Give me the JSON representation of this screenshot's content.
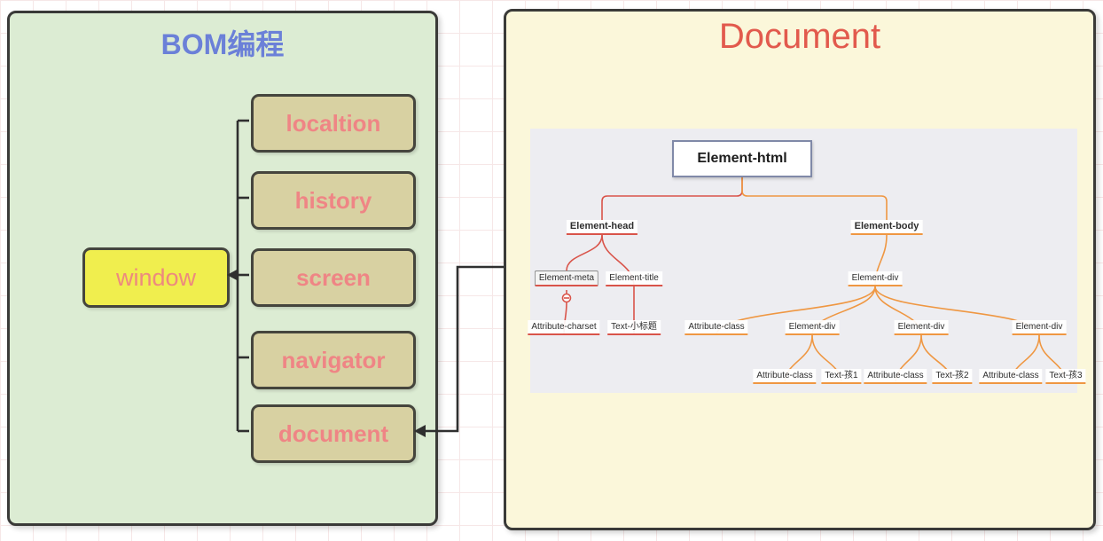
{
  "bom_panel": {
    "title": "BOM编程",
    "window_label": "window",
    "items": [
      {
        "label": "localtion"
      },
      {
        "label": "history"
      },
      {
        "label": "screen"
      },
      {
        "label": "navigator"
      },
      {
        "label": "document"
      }
    ]
  },
  "document_panel": {
    "title": "Document",
    "tree": {
      "root": "Element-html",
      "head": "Element-head",
      "body": "Element-body",
      "meta": "Element-meta",
      "title_node": "Element-title",
      "attr_charset": "Attribute-charset",
      "text_title": "Text-小标题",
      "div_root": "Element-div",
      "attr_class": "Attribute-class",
      "div_child_1": "Element-div",
      "div_child_2": "Element-div",
      "div_child_3": "Element-div",
      "leaf_attr_1": "Attribute-class",
      "leaf_text_1": "Text-孩1",
      "leaf_attr_2": "Attribute-class",
      "leaf_text_2": "Text-孩2",
      "leaf_attr_3": "Attribute-class",
      "leaf_text_3": "Text-孩3"
    }
  },
  "colors": {
    "bom_panel_bg": "#dcecd3",
    "bom_title": "#6b80d8",
    "item_bg": "#d8d1a2",
    "item_text": "#ef8585",
    "window_bg": "#f0ee4e",
    "doc_panel_bg": "#fbf7da",
    "doc_title": "#e25a4d",
    "tree_inset_bg": "#ededf1",
    "branch_red": "#d9544a",
    "branch_orange": "#ef9742",
    "connector": "#2f2f2f"
  }
}
